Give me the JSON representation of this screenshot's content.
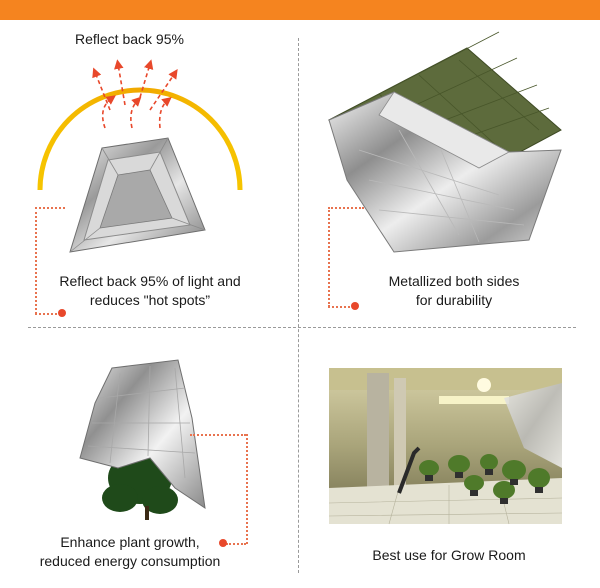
{
  "colors": {
    "brand_orange": "#f5841f",
    "accent_red": "#e8482b",
    "arc_yellow": "#f2b705",
    "olive_green": "#5d6b3c"
  },
  "panel_top_left": {
    "heading": "Reflect back 95%",
    "caption_line1": "Reflect back 95% of light and",
    "caption_line2": "reduces \"hot spots”",
    "icon": "folded-silver-film"
  },
  "panel_top_right": {
    "caption_line1": "Metallized both sides",
    "caption_line2": "for durability",
    "icon": "green-backed-mylar-sheet"
  },
  "panel_bottom_left": {
    "caption_line1": "Enhance plant growth,",
    "caption_line2": "reduced energy consumption",
    "icon": "mylar-draped-plant"
  },
  "panel_bottom_right": {
    "caption": "Best use for Grow Room",
    "icon": "grow-room-photo"
  }
}
